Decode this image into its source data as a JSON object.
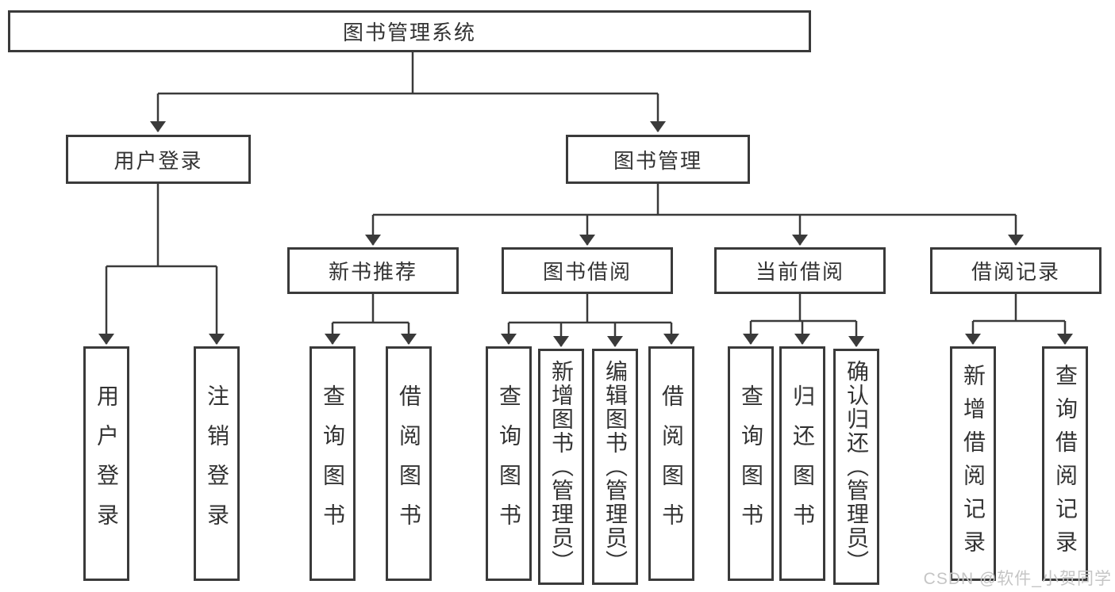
{
  "tree": {
    "label": "图书管理系统",
    "children": [
      {
        "label": "用户登录",
        "children": [
          {
            "label": "用户登录"
          },
          {
            "label": "注销登录"
          }
        ]
      },
      {
        "label": "图书管理",
        "children": [
          {
            "label": "新书推荐",
            "children": [
              {
                "label": "查询图书"
              },
              {
                "label": "借阅图书"
              }
            ]
          },
          {
            "label": "图书借阅",
            "children": [
              {
                "label": "查询图书"
              },
              {
                "label": "新增图书（管理员）"
              },
              {
                "label": "编辑图书（管理员）"
              },
              {
                "label": "借阅图书"
              }
            ]
          },
          {
            "label": "当前借阅",
            "children": [
              {
                "label": "查询图书"
              },
              {
                "label": "归还图书"
              },
              {
                "label": "确认归还（管理员）"
              }
            ]
          },
          {
            "label": "借阅记录",
            "children": [
              {
                "label": "新增借阅记录"
              },
              {
                "label": "查询借阅记录"
              }
            ]
          }
        ]
      }
    ]
  },
  "watermark": {
    "text": "CSDN @软件_小贺同学"
  },
  "colors": {
    "line": "#3a3a3a",
    "box_border": "#3a3a3a",
    "box_fill": "#ffffff",
    "text": "#333333",
    "watermark": "#c5c5c5",
    "background": "#ffffff"
  }
}
